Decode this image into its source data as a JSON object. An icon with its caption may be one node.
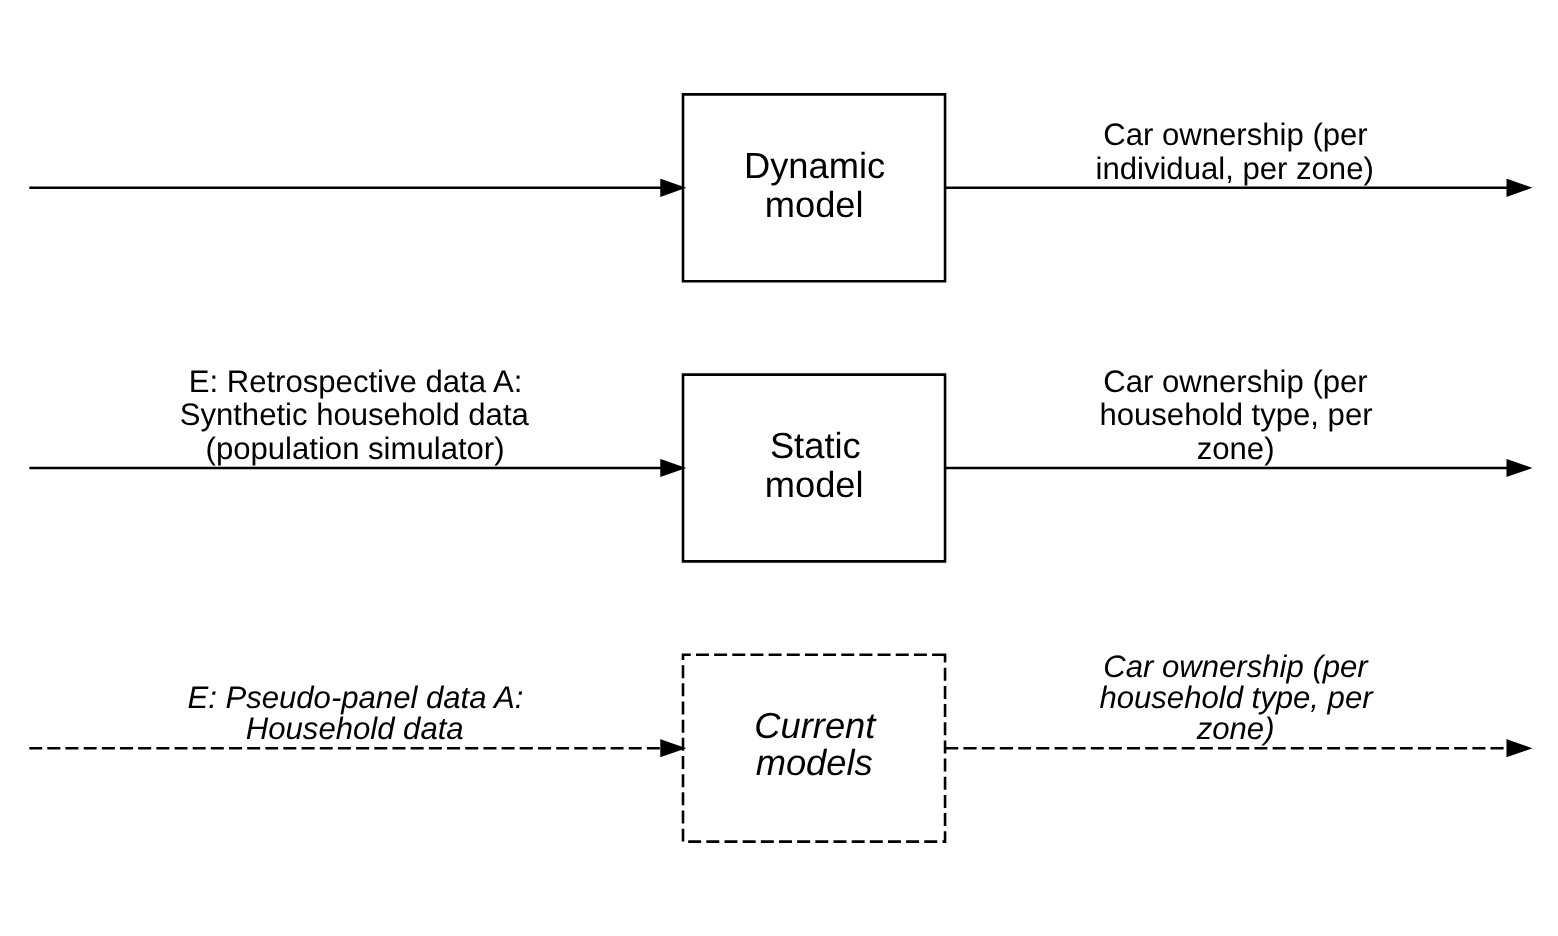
{
  "diagram": {
    "nodes": [
      {
        "text": [
          "Current models"
        ]
      },
      {
        "text": [
          "Static model"
        ]
      },
      {
        "text": [
          "Dynamic model"
        ]
      }
    ],
    "edges": [
      {
        "from": null,
        "to": 0,
        "arrow": "to",
        "style": "dashed",
        "label": "E: Pseudo-panel data A: Household data"
      },
      {
        "from": 0,
        "to": null,
        "arrow": "to",
        "style": "dashed",
        "label": "Car ownership (per household type, per zone)"
      },
      {
        "from": null,
        "to": 1,
        "arrow": "to",
        "label": "E: Retrospective data A: Synthetic household data (population simulator)"
      },
      {
        "from": null,
        "to": 2,
        "arrow": "to"
      },
      {
        "from": 1,
        "to": null,
        "arrow": "to",
        "label": "Car ownership (per household type, per zone)"
      },
      {
        "from": 2,
        "to": null,
        "arrow": "to",
        "label": "Car ownership (per individual, per zone)"
      }
    ]
  }
}
